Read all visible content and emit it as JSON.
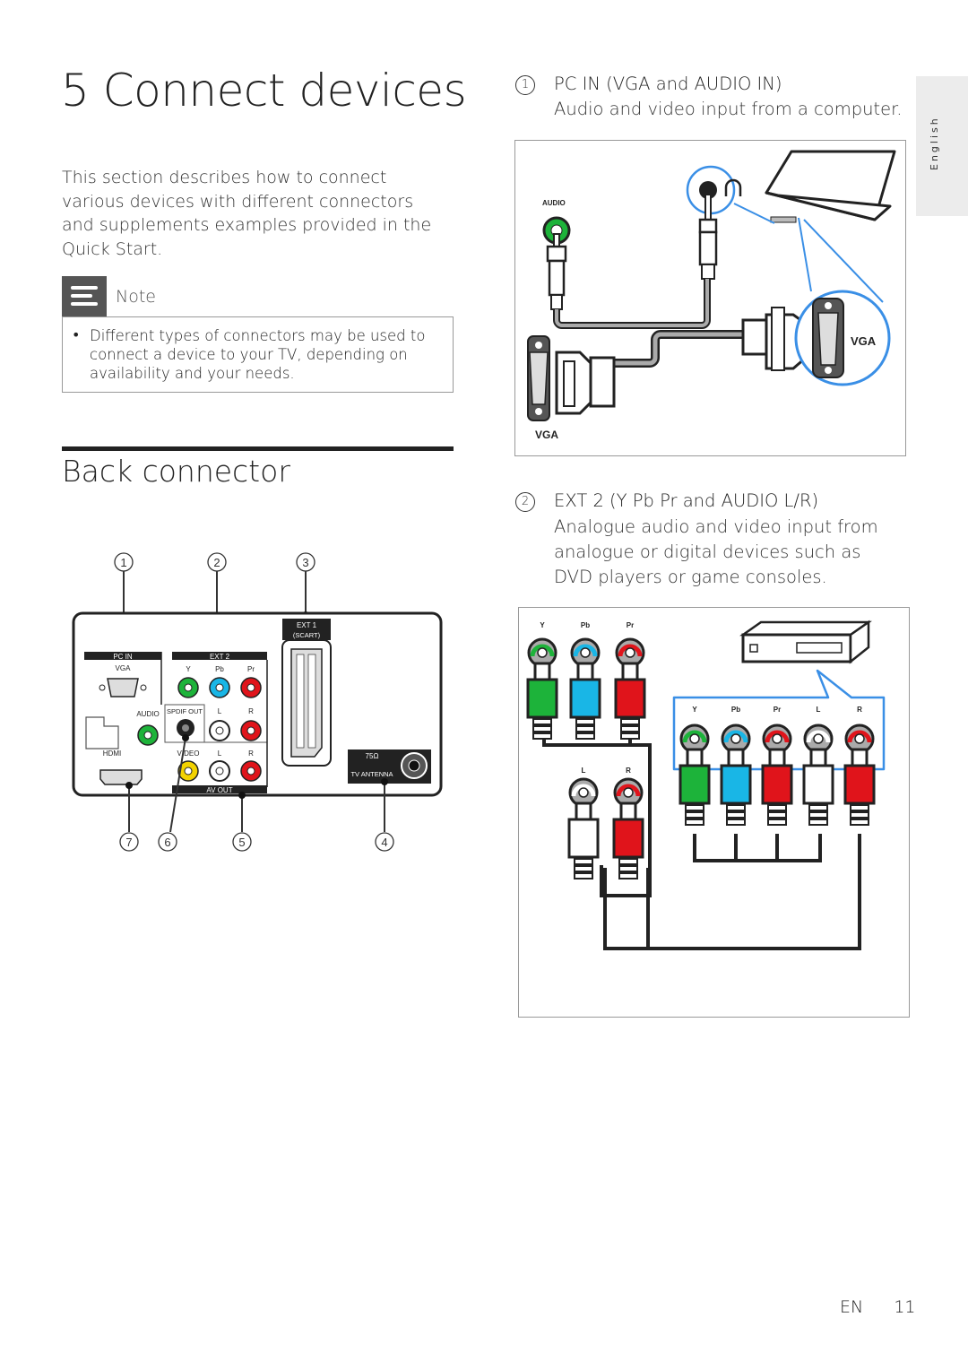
{
  "page_title": "5  Connect devices",
  "intro_text": "This section describes how to connect various devices with different connectors and supplements examples provided in the Quick Start.",
  "note": {
    "label": "Note",
    "bullet": "•",
    "text": "Different types of connectors may be used to connect a device to your TV, depending on availability and your needs."
  },
  "section_heading": "Back connector",
  "back_panel": {
    "callouts_top": [
      "1",
      "2",
      "3"
    ],
    "callouts_bottom": [
      "7",
      "6",
      "5",
      "4"
    ],
    "labels": {
      "pc_in": "PC IN",
      "vga": "VGA",
      "audio": "AUDIO",
      "hdmi": "HDMI",
      "ext2": "EXT 2",
      "y": "Y",
      "pb": "Pb",
      "pr": "Pr",
      "spdif_out": "SPDIF OUT",
      "l": "L",
      "r": "R",
      "video": "VIDEO",
      "av_out": "AV OUT",
      "ext1": "EXT 1",
      "scart": "(SCART)",
      "ohm": "75Ω",
      "tv_antenna": "TV ANTENNA"
    }
  },
  "items": [
    {
      "number": "1",
      "heading": "PC IN (VGA and AUDIO IN)",
      "description": "Audio and video input from a computer."
    },
    {
      "number": "2",
      "heading": "EXT 2 (Y Pb Pr and AUDIO L/R)",
      "description": "Analogue audio and video input from analogue or digital devices such as DVD players or game consoles."
    }
  ],
  "diagram1": {
    "audio": "AUDIO",
    "vga": "VGA"
  },
  "diagram2": {
    "y": "Y",
    "pb": "Pb",
    "pr": "Pr",
    "l": "L",
    "r": "R"
  },
  "side_tab": "English",
  "footer": {
    "lang": "EN",
    "page": "11"
  },
  "colors": {
    "green": "#1db33a",
    "blue": "#19b6e6",
    "red": "#e0141b",
    "highlight": "#3a8fe6"
  }
}
